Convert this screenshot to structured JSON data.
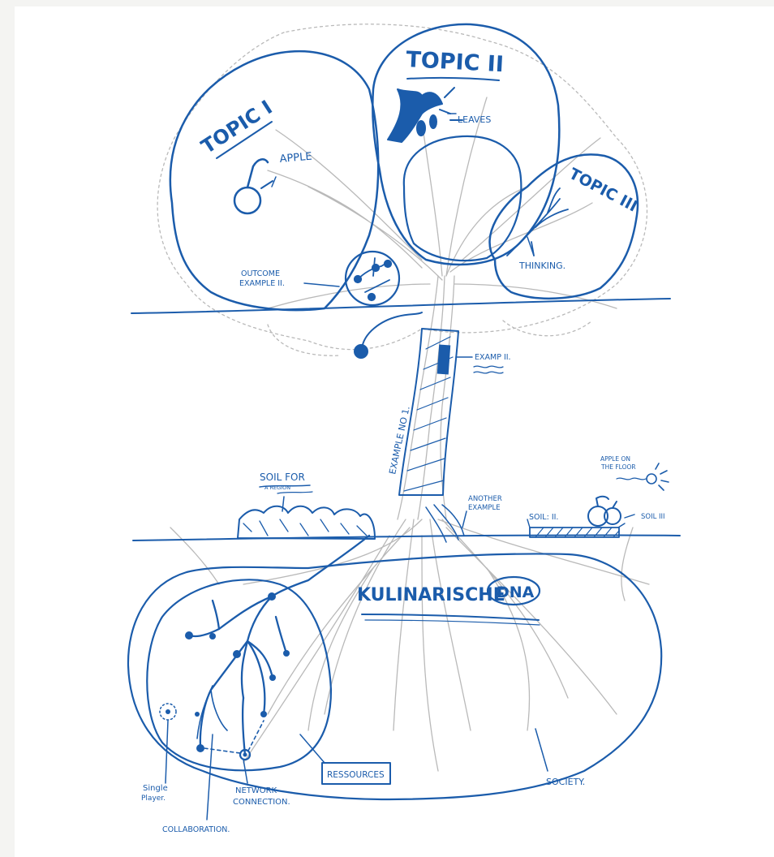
{
  "colors": {
    "ink": "#1b5cab",
    "pencil": "#b9b9b9",
    "paper": "#ffffff",
    "background": "#f4f4f2"
  },
  "labels": {
    "topic_1": "TOPIC I",
    "topic_2": "TOPIC II",
    "topic_3": "TOPIC III",
    "apple": "APPLE",
    "leaves": "LEAVES",
    "thinking": "THINKING.",
    "outcome_line1": "OUTCOME",
    "outcome_line2": "EXAMPLE II.",
    "examp_2": "EXAMP II.",
    "example_1": "EXAMPLE NO 1.",
    "soil_for_line1": "SOIL FOR",
    "soil_for_line2": "A REGION",
    "another_example_line1": "ANOTHER",
    "another_example_line2": "EXAMPLE",
    "apple_floor_line1": "APPLE ON",
    "apple_floor_line2": "THE FLOOR",
    "soil_2": "SOIL: II.",
    "soil_3": "SOIL III",
    "kulinarische": "KULINARISCHE",
    "dna": "DNA",
    "ressources": "RESSOURCES",
    "society": "SOCIETY.",
    "single_player_line1": "Single",
    "single_player_line2": "Player.",
    "network_line1": "NETWORK",
    "network_line2": "CONNECTION.",
    "collaboration": "COLLABORATION."
  }
}
